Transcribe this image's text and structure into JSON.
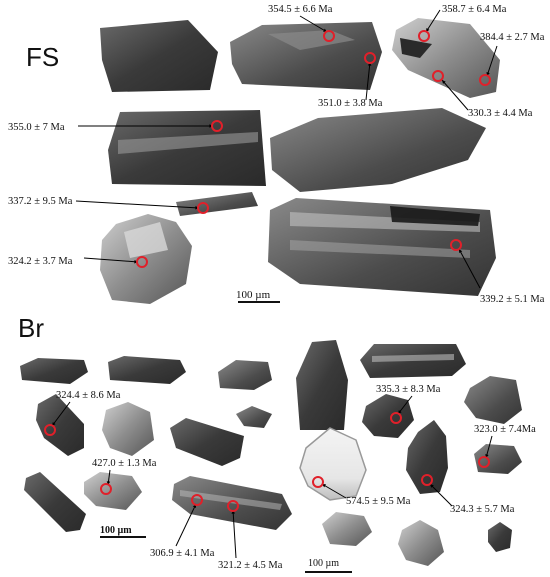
{
  "panels": {
    "fs": {
      "label": "FS",
      "scale_bar": "100 µm"
    },
    "br": {
      "label": "Br",
      "scale_bar_left": "100 µm",
      "scale_bar_right": "100 µm"
    }
  },
  "ages": {
    "fs": [
      "354.5 ± 6.6 Ma",
      "358.7 ± 6.4 Ma",
      "384.4 ± 2.7 Ma",
      "351.0 ± 3.8 Ma",
      "330.3 ± 4.4 Ma",
      "355.0 ± 7 Ma",
      "337.2 ± 9.5 Ma",
      "324.2 ± 3.7 Ma",
      "339.2 ± 5.1 Ma"
    ],
    "br": [
      "324.4 ± 8.6 Ma",
      "335.3 ± 8.3 Ma",
      "323.0 ± 7.4Ma",
      "427.0 ± 1.3 Ma",
      "574.5 ± 9.5 Ma",
      "324.3 ± 5.7 Ma",
      "306.9 ± 4.1 Ma",
      "321.2 ± 4.5 Ma"
    ]
  },
  "colors": {
    "spot": "#e0202a",
    "grain_dark": "#3a3a3a",
    "grain_mid": "#5a5a5a",
    "grain_light": "#9a9a9a",
    "text": "#111111"
  }
}
